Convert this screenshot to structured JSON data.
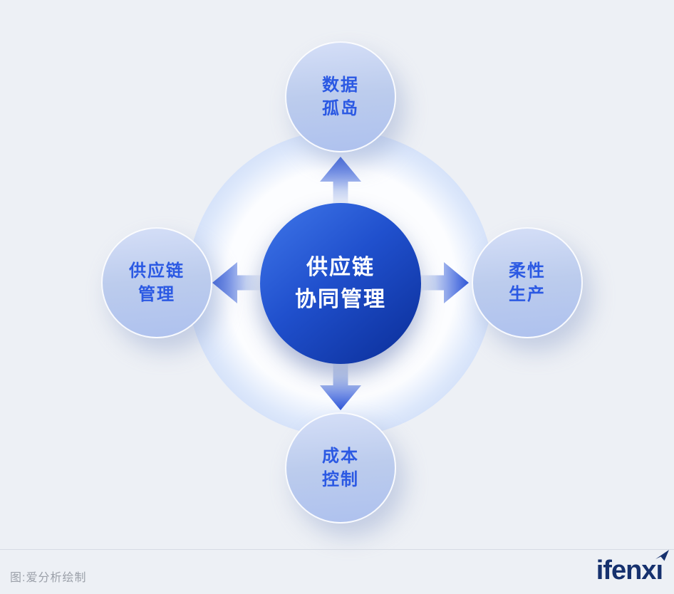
{
  "diagram": {
    "center": {
      "line1": "供应链",
      "line2": "协同管理"
    },
    "satellites": {
      "top": {
        "line1": "数据",
        "line2": "孤岛"
      },
      "right": {
        "line1": "柔性",
        "line2": "生产"
      },
      "bottom": {
        "line1": "成本",
        "line2": "控制"
      },
      "left": {
        "line1": "供应链",
        "line2": "管理"
      }
    }
  },
  "footer": {
    "caption": "图:爱分析绘制",
    "logo_text": "ifenx",
    "logo_last_letter": "ı"
  },
  "colors": {
    "background": "#edf0f5",
    "center_gradient_start": "#4077ea",
    "center_gradient_end": "#0a2d97",
    "satellite_fill": "#bccced",
    "satellite_border": "#ffffff",
    "label_blue": "#2b59e3",
    "center_text": "#ffffff",
    "arrow_blue": "#2d55d8",
    "ring_blue": "#c8d8f7",
    "ring_gray": "#dde3ee",
    "caption_gray": "#9ba0a9",
    "logo_navy": "#16316e"
  }
}
